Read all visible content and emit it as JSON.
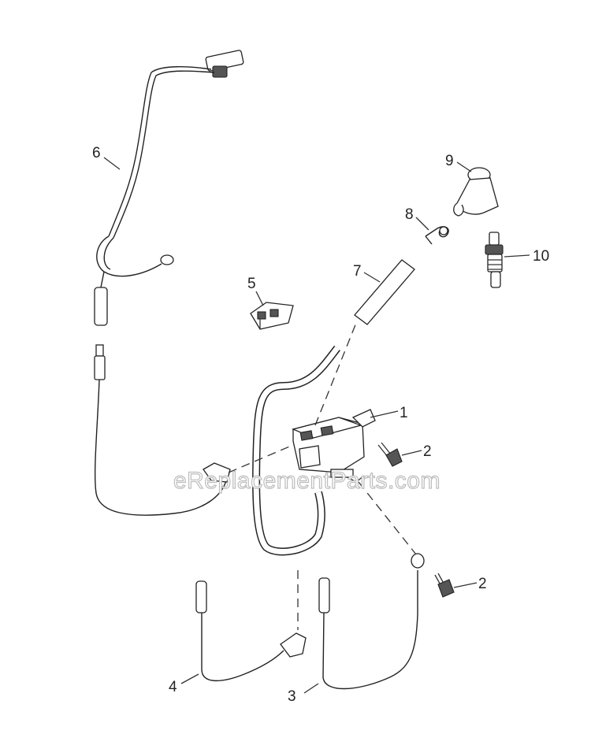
{
  "watermark": "eReplacementParts.com",
  "callouts": [
    {
      "id": "1",
      "label": "1"
    },
    {
      "id": "2a",
      "label": "2"
    },
    {
      "id": "2b",
      "label": "2"
    },
    {
      "id": "3",
      "label": "3"
    },
    {
      "id": "4",
      "label": "4"
    },
    {
      "id": "5",
      "label": "5"
    },
    {
      "id": "6",
      "label": "6"
    },
    {
      "id": "7",
      "label": "7"
    },
    {
      "id": "8",
      "label": "8"
    },
    {
      "id": "9",
      "label": "9"
    },
    {
      "id": "10",
      "label": "10"
    }
  ]
}
